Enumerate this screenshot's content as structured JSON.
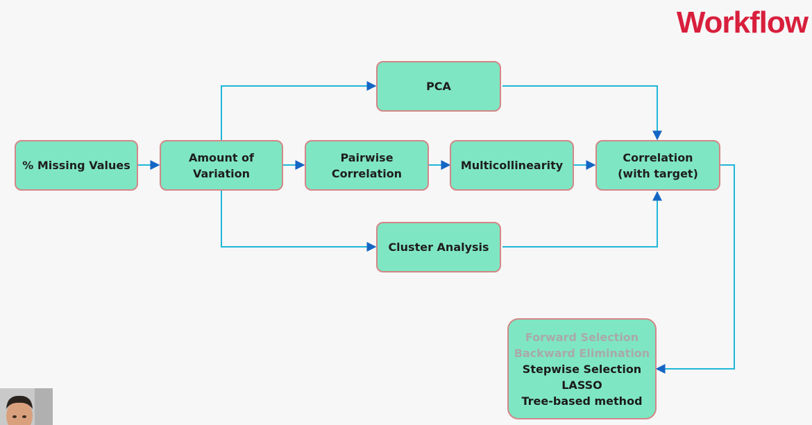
{
  "title": "Workflow",
  "nodes": {
    "missing_values": {
      "label": "% Missing Values"
    },
    "amount_of_variation": {
      "lines": [
        "Amount of",
        "Variation"
      ]
    },
    "pairwise_correlation": {
      "lines": [
        "Pairwise",
        "Correlation"
      ]
    },
    "multicollinearity": {
      "label": "Multicollinearity"
    },
    "correlation_target": {
      "lines": [
        "Correlation",
        "(with target)"
      ]
    },
    "pca": {
      "label": "PCA"
    },
    "cluster_analysis": {
      "label": "Cluster Analysis"
    }
  },
  "selection_methods": {
    "faded": [
      "Forward Selection",
      "Backward Elimination"
    ],
    "active": [
      "Stepwise Selection",
      "LASSO",
      "Tree-based method"
    ]
  },
  "colors": {
    "title": "#d81f3c",
    "node_fill": "#7fe6c4",
    "node_border": "#d38686",
    "connector": "#1fb6d8",
    "arrowhead": "#1466c4"
  }
}
